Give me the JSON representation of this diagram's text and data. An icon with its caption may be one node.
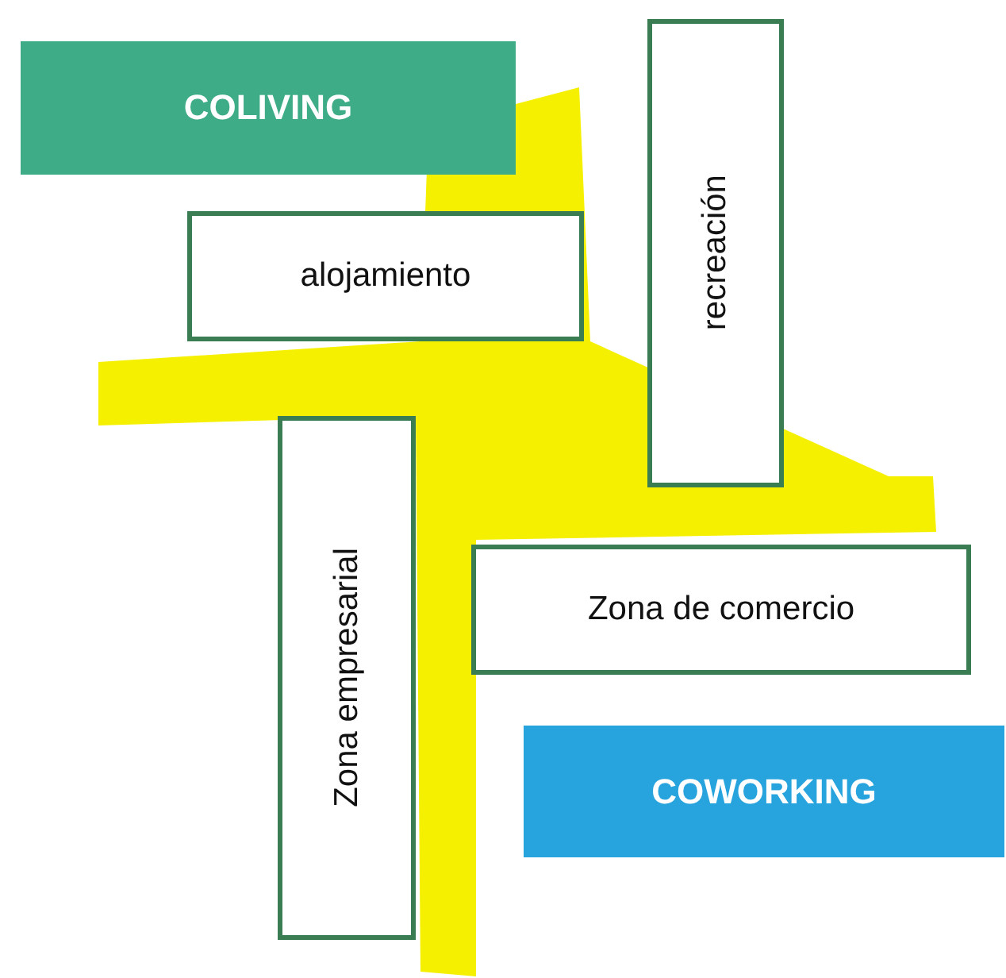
{
  "diagram": {
    "nodes": [
      {
        "text": [
          "COLIVING"
        ]
      },
      {
        "text": [
          "alojamiento"
        ]
      },
      {
        "text": [
          "recreación"
        ]
      },
      {
        "text": [
          "Zona empresarial"
        ]
      },
      {
        "text": [
          "Zona de comercio"
        ]
      },
      {
        "text": [
          "COWORKING"
        ]
      }
    ],
    "edges": []
  }
}
